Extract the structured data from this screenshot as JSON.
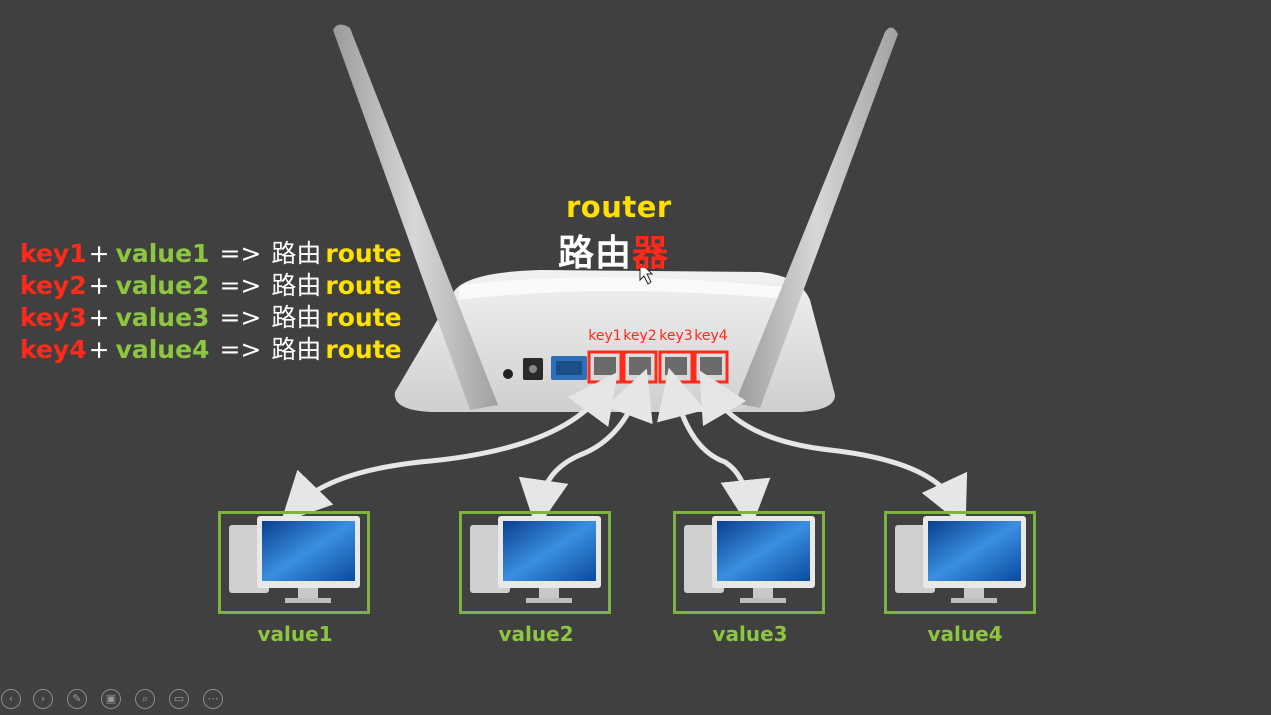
{
  "title": {
    "en": "router",
    "cn_main": "路由",
    "cn_accent": "器"
  },
  "mapping": [
    {
      "key": "key1",
      "plus": "+",
      "value": "value1",
      "arrow": "=>",
      "cn": "路由",
      "route": "route"
    },
    {
      "key": "key2",
      "plus": "+",
      "value": "value2",
      "arrow": "=>",
      "cn": "路由",
      "route": "route"
    },
    {
      "key": "key3",
      "plus": "+",
      "value": "value3",
      "arrow": "=>",
      "cn": "路由",
      "route": "route"
    },
    {
      "key": "key4",
      "plus": "+",
      "value": "value4",
      "arrow": "=>",
      "cn": "路由",
      "route": "route"
    }
  ],
  "ports": [
    "key1",
    "key2",
    "key3",
    "key4"
  ],
  "computers": [
    "value1",
    "value2",
    "value3",
    "value4"
  ],
  "toolbar": [
    {
      "icon": "previous-icon",
      "glyph": "‹"
    },
    {
      "icon": "next-icon",
      "glyph": "›"
    },
    {
      "icon": "pen-icon",
      "glyph": "✎"
    },
    {
      "icon": "slides-icon",
      "glyph": "▣"
    },
    {
      "icon": "zoom-icon",
      "glyph": "⌕"
    },
    {
      "icon": "subtitles-icon",
      "glyph": "▭"
    },
    {
      "icon": "more-icon",
      "glyph": "⋯"
    }
  ],
  "colors": {
    "key": "#ff2a1a",
    "value": "#8dc63f",
    "route": "#ffe000",
    "background": "#404040",
    "box": "#7cb342"
  }
}
